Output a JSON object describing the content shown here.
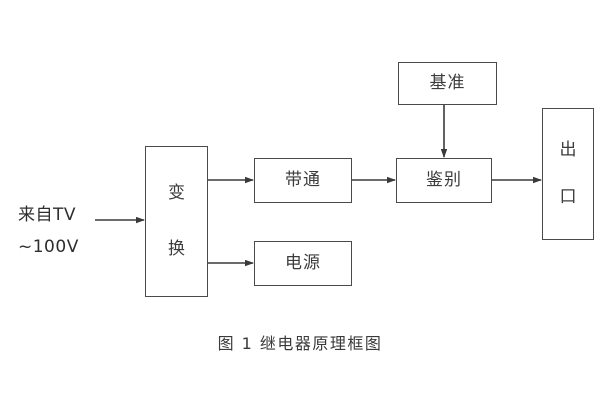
{
  "figure": {
    "caption": "图 1  继电器原理框图",
    "background_color": "#ffffff",
    "line_color": "#4a4a4a",
    "text_color": "#3c3c3c"
  },
  "input_label": {
    "line1": "来自TV",
    "line2": "~100V"
  },
  "nodes": {
    "transform": {
      "line1": "变",
      "line2": "换"
    },
    "bandpass": {
      "label": "带通"
    },
    "power": {
      "label": "电源"
    },
    "reference": {
      "label": "基准"
    },
    "discriminate": {
      "label": "鉴别"
    },
    "output": {
      "line1": "出",
      "line2": "口"
    }
  },
  "connections": [
    {
      "name": "input-to-transform",
      "from": "来自TV ~100V",
      "to": "变换"
    },
    {
      "name": "transform-to-bandpass",
      "from": "变换",
      "to": "带通"
    },
    {
      "name": "transform-to-power",
      "from": "变换",
      "to": "电源"
    },
    {
      "name": "bandpass-to-discriminate",
      "from": "带通",
      "to": "鉴别"
    },
    {
      "name": "reference-to-discriminate",
      "from": "基准",
      "to": "鉴别"
    },
    {
      "name": "discriminate-to-output",
      "from": "鉴别",
      "to": "出口"
    }
  ]
}
